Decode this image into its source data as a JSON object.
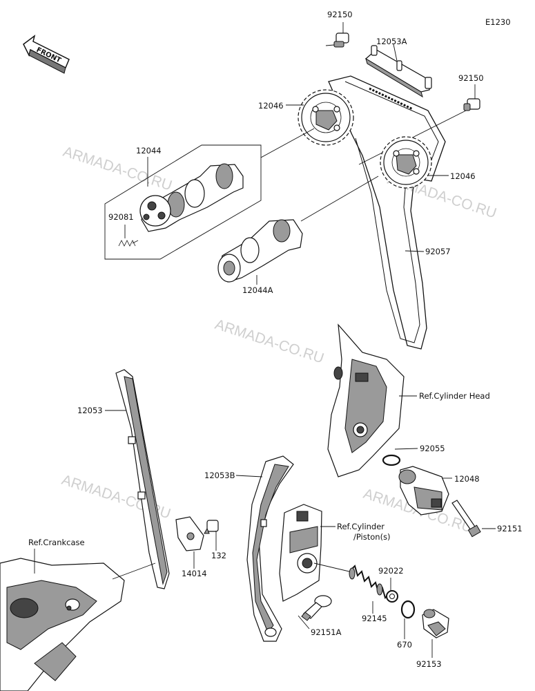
{
  "diagram_code": "E1230",
  "front_label": "FRONT",
  "watermark": "ARMADA-CO.RU",
  "labels": {
    "bolt_92150_top": "92150",
    "guide_12053A": "12053A",
    "bolt_92150_right": "92150",
    "sprocket_12046_left": "12046",
    "sprocket_12046_right": "12046",
    "camshaft_12044": "12044",
    "spring_92081": "92081",
    "camshaft_12044A": "12044A",
    "chain_92057": "92057",
    "ref_cylinder_head": "Ref.Cylinder Head",
    "oring_92055": "92055",
    "guide_12053": "12053",
    "tensioner_12048": "12048",
    "guide_12053B": "12053B",
    "ref_cylinder_piston_1": "Ref.Cylinder",
    "ref_cylinder_piston_2": "/Piston(s)",
    "bolt_92151": "92151",
    "ref_crankcase": "Ref.Crankcase",
    "bolt_132": "132",
    "plate_14014": "14014",
    "washer_92022": "92022",
    "spring_92145": "92145",
    "bolt_92151A": "92151A",
    "oring_670": "670",
    "plug_92153": "92153"
  }
}
